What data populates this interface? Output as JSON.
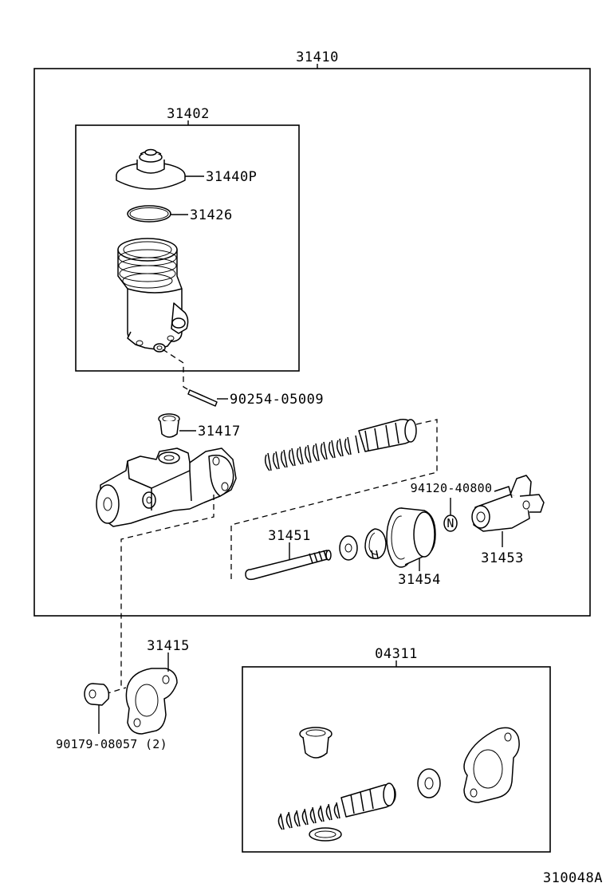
{
  "labels": {
    "assembly": "31410",
    "reservoir_set": "31402",
    "reservoir_cap": "31440P",
    "cap_gasket": "31426",
    "pin": "90254-05009",
    "grommet": "31417",
    "push_rod": "31451",
    "push_rod_clevis": "31453",
    "boot": "31454",
    "nut": "94120-40800",
    "gasket": "31415",
    "kit": "04311",
    "nut_2": "90179-08057 (2)",
    "figure_code": "310048A"
  },
  "icons": {
    "nut_marker": "N"
  }
}
